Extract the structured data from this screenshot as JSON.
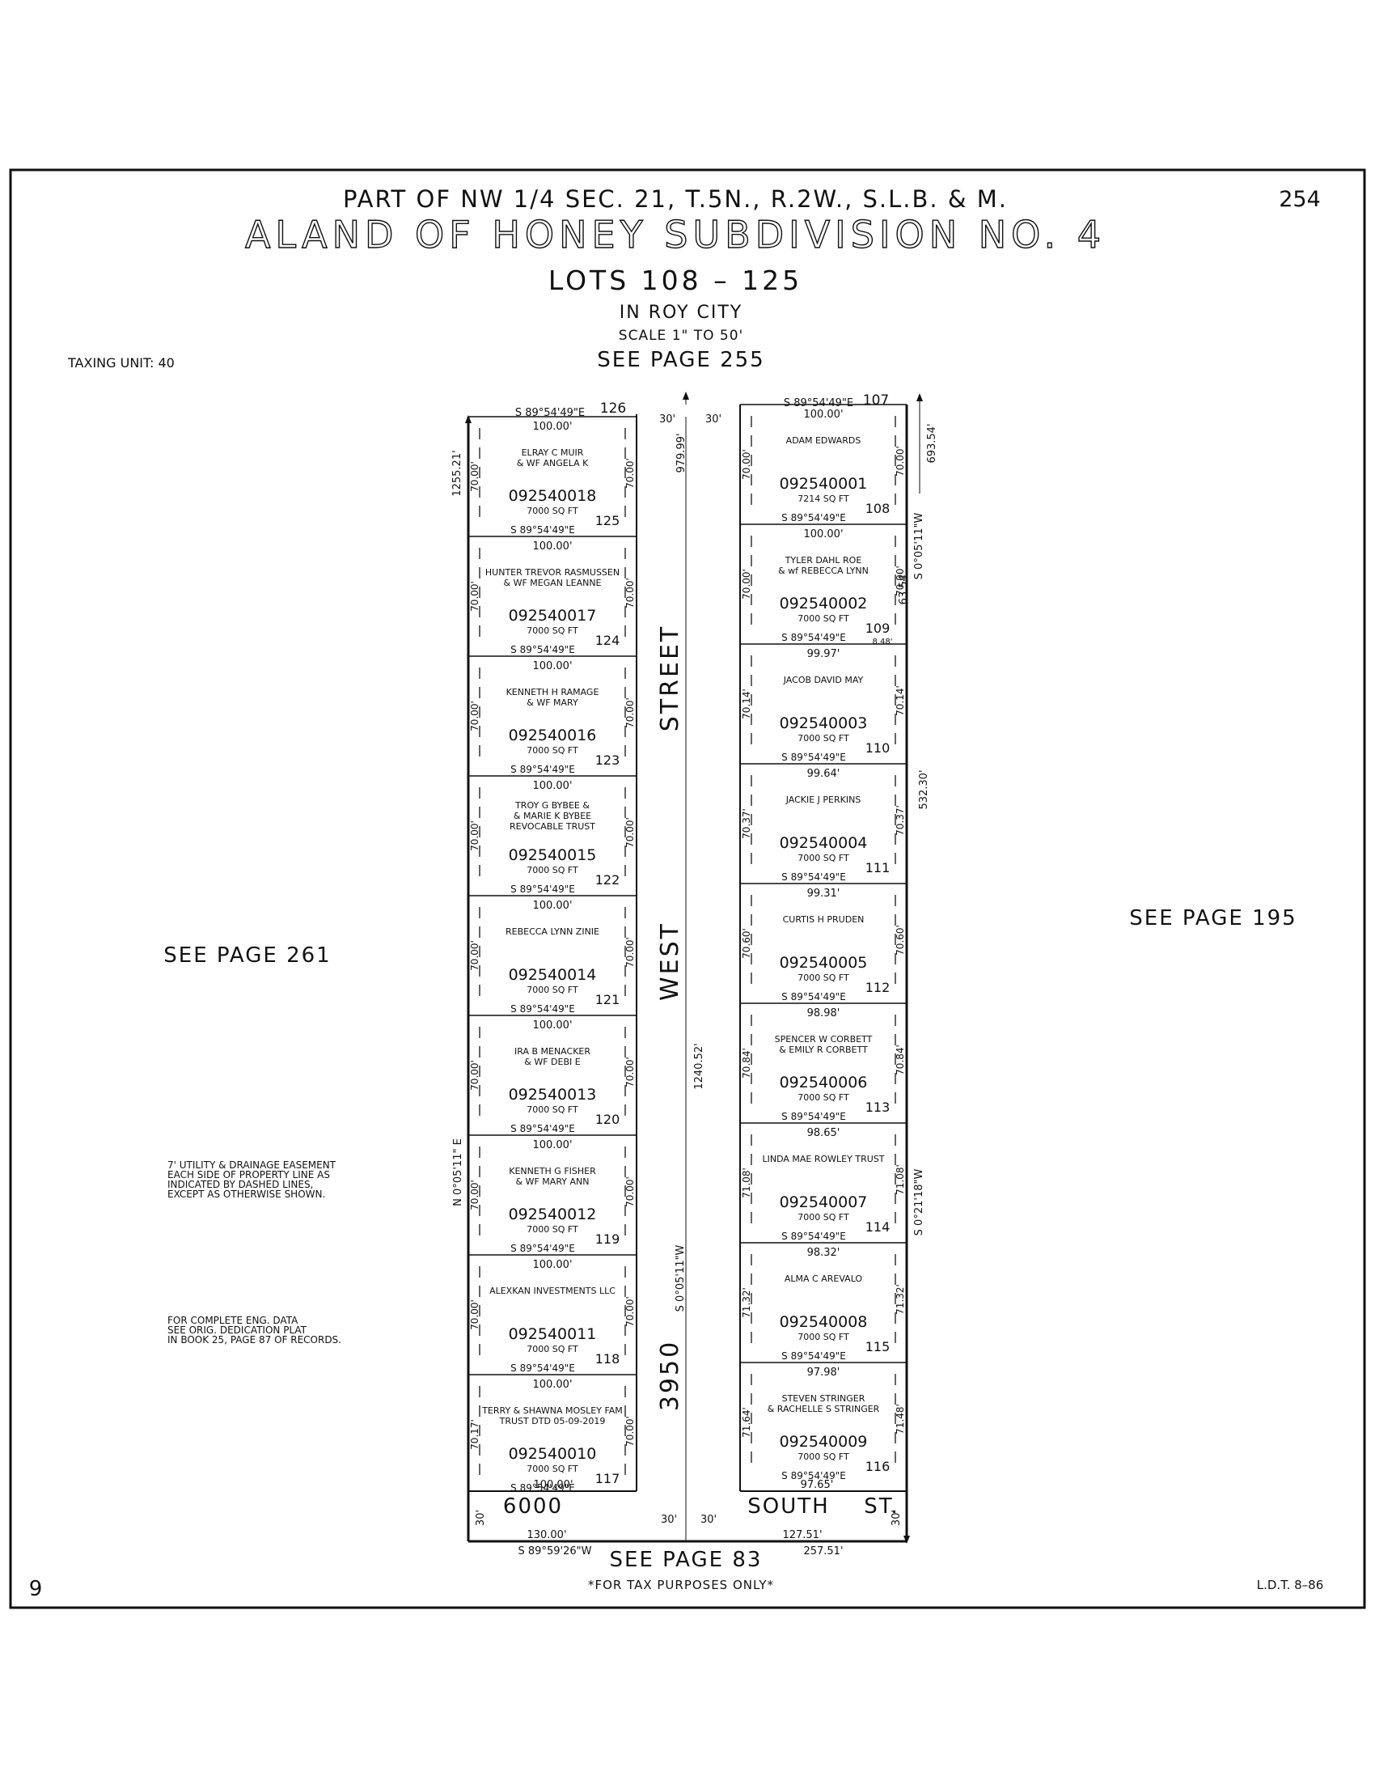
{
  "header": {
    "part_line": "PART OF NW 1/4 SEC. 21, T.5N., R.2W., S.L.B. & M.",
    "title": "ALAND OF HONEY SUBDIVISION NO. 4",
    "lots": "LOTS 108 – 125",
    "city": "IN ROY CITY",
    "scale": "SCALE 1\" TO 50'",
    "page_number": "254"
  },
  "taxing_unit": "TAXING UNIT: 40",
  "refs": {
    "top": "SEE PAGE 255",
    "left": "SEE PAGE 261",
    "right": "SEE PAGE 195",
    "bottom": "SEE PAGE 83"
  },
  "notes": {
    "easement": [
      "7' UTILITY & DRAINAGE EASEMENT",
      "EACH SIDE OF PROPERTY LINE AS",
      "INDICATED BY DASHED LINES,",
      "EXCEPT AS OTHERWISE SHOWN."
    ],
    "eng": [
      "FOR COMPLETE ENG. DATA",
      "SEE ORIG. DEDICATION PLAT",
      "IN BOOK 25, PAGE 87 OF RECORDS."
    ]
  },
  "footer": {
    "left": "9",
    "center": "*FOR TAX PURPOSES ONLY*",
    "right": "L.D.T. 8–86"
  },
  "streets": {
    "west_words": [
      "3950",
      "WEST",
      "STREET"
    ],
    "south_words": [
      "6000",
      "SOUTH",
      "ST."
    ]
  },
  "dims": {
    "top_bearing_left": "S 89°54'49\"E",
    "top_bearing_right": "S 89°54'49\"E",
    "row_30_1": "30'",
    "row_30_2": "30'",
    "row_30_3": "30'",
    "row_30_4": "30'",
    "row_30_5": "30'",
    "row_30_6": "30'",
    "lot126": "126",
    "lot107": "107",
    "d_979": "979.99'",
    "d_1240": "1240.52'",
    "d_1255": "1255.21'",
    "d_693": "693.54'",
    "d_532": "532.30'",
    "d_63": "63.54'",
    "bear_s00511w_a": "S 0°05'11\"W",
    "bear_s00511w_b": "S 0°05'11\"W",
    "bear_n00511e": "N 0°05'11\" E",
    "bear_s02118w": "S 0°21'18\"W",
    "d_848": "8.48'",
    "bottom_130": "130.00'",
    "bottom_127": "127.51'",
    "bottom_257": "257.51'",
    "bottom_bearing": "S 89°59'26\"W"
  },
  "lots_left": [
    {
      "top_dim": "100.00'",
      "owner": [
        "ELRAY C MUIR",
        "& WF ANGELA K"
      ],
      "parcel": "092540018",
      "area": "7000 SQ FT",
      "lot": "125",
      "side": "70.00'"
    },
    {
      "top_dim": "100.00'",
      "owner": [
        "HUNTER TREVOR RASMUSSEN",
        "& WF MEGAN LEANNE"
      ],
      "parcel": "092540017",
      "area": "7000 SQ FT",
      "lot": "124",
      "side": "70.00'"
    },
    {
      "top_dim": "100.00'",
      "owner": [
        "KENNETH H RAMAGE",
        "& WF MARY"
      ],
      "parcel": "092540016",
      "area": "7000 SQ FT",
      "lot": "123",
      "side": "70.00'"
    },
    {
      "top_dim": "100.00'",
      "owner": [
        "TROY G BYBEE &",
        "& MARIE K BYBEE",
        "REVOCABLE TRUST"
      ],
      "parcel": "092540015",
      "area": "7000 SQ FT",
      "lot": "122",
      "side": "70.00'"
    },
    {
      "top_dim": "100.00'",
      "owner": [
        "REBECCA LYNN ZINIE"
      ],
      "parcel": "092540014",
      "area": "7000 SQ FT",
      "lot": "121",
      "side": "70.00'"
    },
    {
      "top_dim": "100.00'",
      "owner": [
        "IRA B MENACKER",
        "& WF DEBI E"
      ],
      "parcel": "092540013",
      "area": "7000 SQ FT",
      "lot": "120",
      "side": "70.00'"
    },
    {
      "top_dim": "100.00'",
      "owner": [
        "KENNETH G FISHER",
        "& WF MARY ANN"
      ],
      "parcel": "092540012",
      "area": "7000 SQ FT",
      "lot": "119",
      "side": "70.00'"
    },
    {
      "top_dim": "100.00'",
      "owner": [
        "ALEXKAN INVESTMENTS LLC"
      ],
      "parcel": "092540011",
      "area": "7000 SQ FT",
      "lot": "118",
      "side": "70.00'"
    },
    {
      "top_dim": "100.00'",
      "owner": [
        "TERRY & SHAWNA MOSLEY FAM",
        "TRUST DTD 05-09-2019"
      ],
      "parcel": "092540010",
      "area": "7000 SQ FT",
      "lot": "117",
      "side": "70.00'",
      "side_left": "70.17'"
    }
  ],
  "lots_right": [
    {
      "top_dim": "100.00'",
      "owner": [
        "ADAM EDWARDS"
      ],
      "parcel": "092540001",
      "area": "7214 SQ FT",
      "lot": "108",
      "side": "70.00'"
    },
    {
      "top_dim": "100.00'",
      "owner": [
        "TYLER DAHL ROE",
        "& wf REBECCA LYNN"
      ],
      "parcel": "092540002",
      "area": "7000 SQ FT",
      "lot": "109",
      "side": "70.00'"
    },
    {
      "top_dim": "99.97'",
      "owner": [
        "JACOB DAVID MAY"
      ],
      "parcel": "092540003",
      "area": "7000 SQ FT",
      "lot": "110",
      "side": "70.14'"
    },
    {
      "top_dim": "99.64'",
      "owner": [
        "JACKIE J PERKINS"
      ],
      "parcel": "092540004",
      "area": "7000 SQ FT",
      "lot": "111",
      "side": "70.37'"
    },
    {
      "top_dim": "99.31'",
      "owner": [
        "CURTIS H PRUDEN"
      ],
      "parcel": "092540005",
      "area": "7000 SQ FT",
      "lot": "112",
      "side": "70.60'"
    },
    {
      "top_dim": "98.98'",
      "owner": [
        "SPENCER W CORBETT",
        "& EMILY R CORBETT"
      ],
      "parcel": "092540006",
      "area": "7000 SQ FT",
      "lot": "113",
      "side": "70.84'"
    },
    {
      "top_dim": "98.65'",
      "owner": [
        "LINDA MAE ROWLEY TRUST"
      ],
      "parcel": "092540007",
      "area": "7000 SQ FT",
      "lot": "114",
      "side": "71.08'"
    },
    {
      "top_dim": "98.32'",
      "owner": [
        "ALMA C AREVALO"
      ],
      "parcel": "092540008",
      "area": "7000 SQ FT",
      "lot": "115",
      "side": "71.32'"
    },
    {
      "top_dim": "97.98'",
      "owner": [
        "STEVEN STRINGER",
        "& RACHELLE S STRINGER"
      ],
      "parcel": "092540009",
      "area": "7000 SQ FT",
      "lot": "116",
      "side": "71.64'",
      "side_right": "71.48'"
    }
  ],
  "lot_bottom_bearing": "S 89°54'49\"E",
  "bottom_dims": {
    "left": "100.00'",
    "right": "97.65'"
  }
}
